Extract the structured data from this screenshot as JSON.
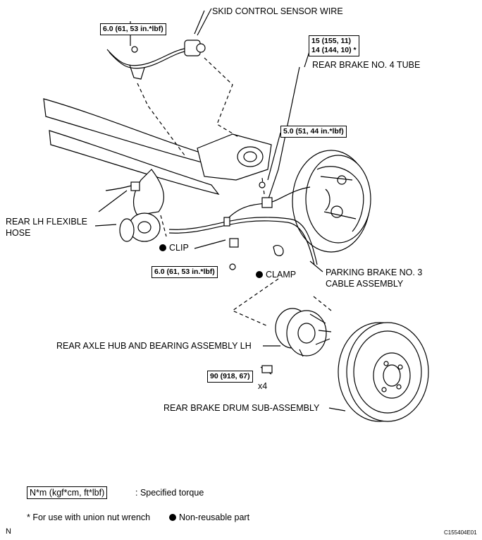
{
  "callouts": {
    "skid_sensor": "SKID CONTROL SENSOR WIRE",
    "rear_tube": "REAR BRAKE NO. 4 TUBE",
    "flex_hose_1": "REAR LH FLEXIBLE",
    "flex_hose_2": "HOSE",
    "clip": "CLIP",
    "clamp": "CLAMP",
    "parking_1": "PARKING BRAKE NO. 3",
    "parking_2": "CABLE ASSEMBLY",
    "axle_hub": "REAR AXLE HUB AND BEARING ASSEMBLY LH",
    "drum": "REAR BRAKE DRUM SUB-ASSEMBLY",
    "qty": "x4"
  },
  "torques": {
    "sensor": "6.0 (61, 53 in.*lbf)",
    "tube_1": "15 (155, 11)",
    "tube_2": "14 (144, 10) *",
    "bracket": "5.0 (51, 44 in.*lbf)",
    "lower": "6.0 (61, 53 in.*lbf)",
    "hub": "90 (918, 67)"
  },
  "legend": {
    "unit": "N*m (kgf*cm, ft*lbf)",
    "unit_desc": ": Specified torque",
    "asterisk": "* For use with union nut wrench",
    "nonreusable": "Non-reusable part"
  },
  "footer": {
    "orientation": "N",
    "code": "C155404E01"
  },
  "colors": {
    "line": "#000000",
    "background": "#ffffff"
  }
}
